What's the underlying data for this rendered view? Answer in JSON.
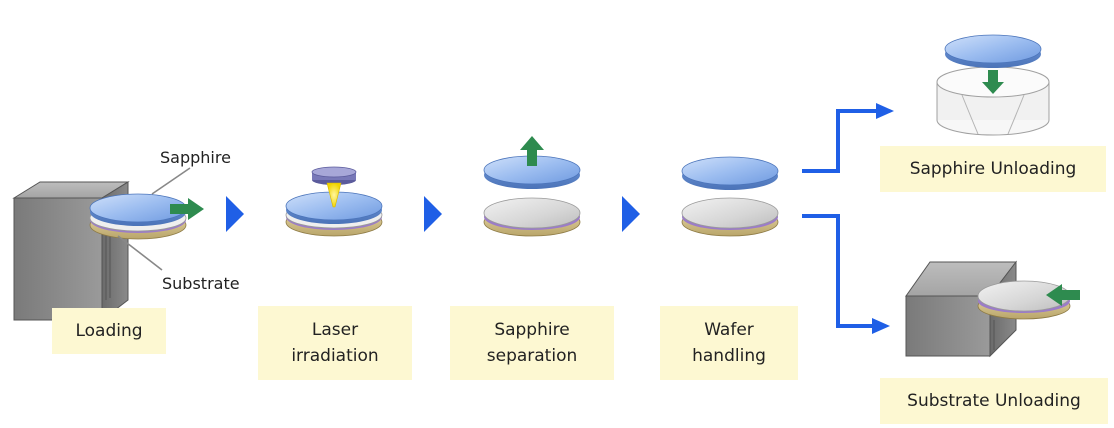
{
  "diagram": {
    "steps": [
      {
        "label": "Loading"
      },
      {
        "label": "Laser\nirradiation"
      },
      {
        "label": "Sapphire\nseparation"
      },
      {
        "label": "Wafer\nhandling"
      }
    ],
    "outputs": [
      {
        "label": "Sapphire Unloading"
      },
      {
        "label": "Substrate Unloading"
      }
    ],
    "callouts": {
      "sapphire": "Sapphire",
      "substrate": "Substrate"
    }
  },
  "colors": {
    "label_fill": "#fdf8d2",
    "step_arrow": "#1f5fe6",
    "green_arrow": "#2e8b4f",
    "sapphire": "#8fb4ee",
    "substrate": "#d5d5d5",
    "cassette": "#8c8c8c"
  }
}
